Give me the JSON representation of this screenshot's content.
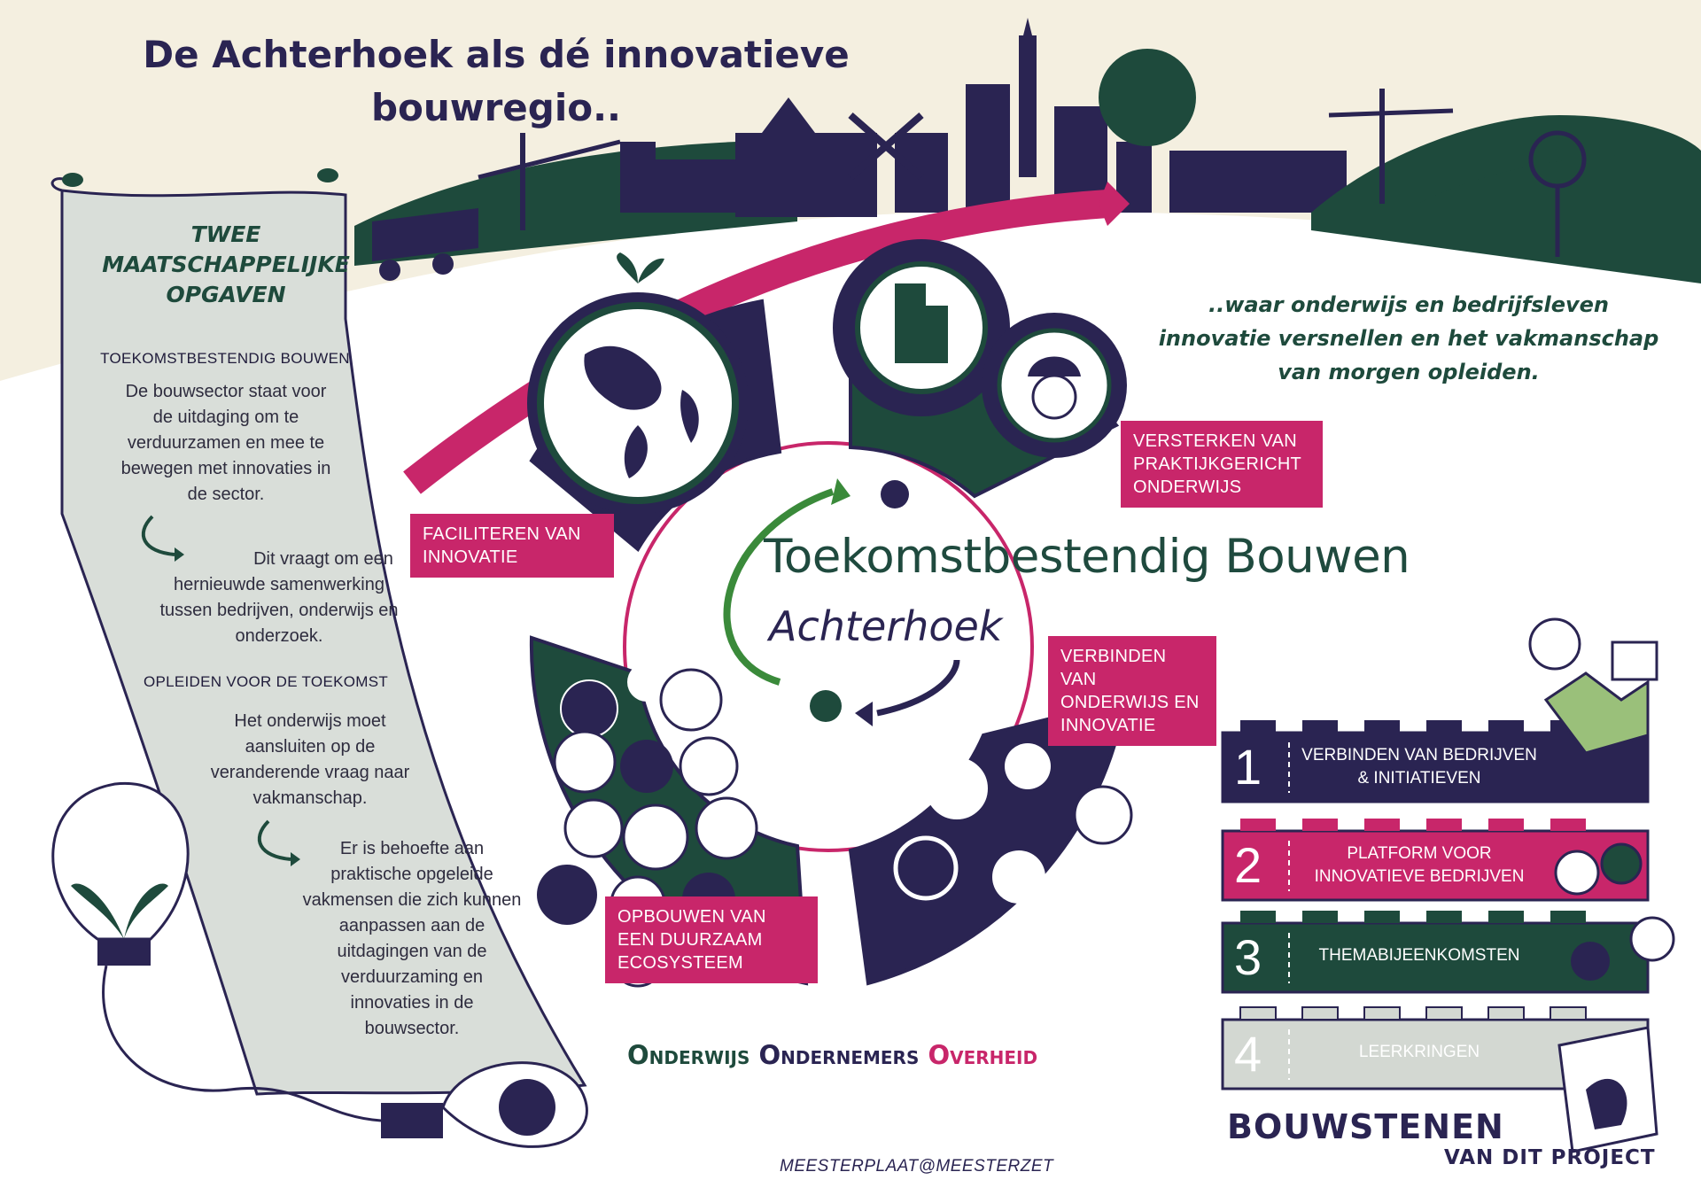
{
  "header": {
    "title_line1": "De Achterhoek als dé innovatieve",
    "title_line2": "bouwregio.."
  },
  "scroll": {
    "title_line1": "TWEE",
    "title_line2": "MAATSCHAPPELIJKE",
    "title_line3": "OPGAVEN",
    "section1_heading": "TOEKOMSTBESTENDIG BOUWEN",
    "section1_p1": [
      "De bouwsector staat voor",
      "de uitdaging om te",
      "verduurzamen en mee te",
      "bewegen met innovaties in",
      "de sector."
    ],
    "section1_p2": [
      "Dit vraagt om een",
      "hernieuwde samenwerking",
      "tussen bedrijven, onderwijs en",
      "onderzoek."
    ],
    "section2_heading": "OPLEIDEN VOOR DE TOEKOMST",
    "section2_p1": [
      "Het onderwijs moet",
      "aansluiten op de",
      "veranderende vraag naar",
      "vakmanschap."
    ],
    "section2_p2": [
      "Er is behoefte aan",
      "praktische opgeleide",
      "vakmensen die zich kunnen",
      "aanpassen aan de",
      "uitdagingen van de",
      "verduurzaming en",
      "innovaties in de",
      "bouwsector."
    ]
  },
  "slogan": {
    "line1": "..waar onderwijs en bedrijfsleven",
    "line2": "innovatie versnellen en het vakmanschap",
    "line3": "van morgen opleiden."
  },
  "cycle": {
    "logo_line1": "Toekomstbestendig Bouwen",
    "logo_line2": "Achterhoek",
    "tags": {
      "facilitate": [
        "FACILITEREN VAN",
        "INNOVATIE"
      ],
      "strengthen": [
        "VERSTERKEN VAN",
        "PRAKTIJKGERICHT",
        "ONDERWIJS"
      ],
      "connect": [
        "VERBINDEN VAN",
        "ONDERWIJS EN",
        "INNOVATIE"
      ],
      "ecosystem": [
        "OPBOUWEN VAN",
        "EEN DUURZAAM",
        "ECOSYSTEEM"
      ]
    }
  },
  "tagline": {
    "w1_first": "O",
    "w1_rest": "nderwijs",
    "w2_first": "O",
    "w2_rest": "ndernemers",
    "w3_first": "O",
    "w3_rest": "verheid",
    "colors": {
      "onderwijs": "#1e4a3c",
      "ondernemers": "#2a2452",
      "overheid": "#c8266a"
    }
  },
  "building_blocks": {
    "title": "BOUWSTENEN",
    "subtitle": "VAN DIT PROJECT",
    "items": [
      {
        "number": "1",
        "label_line1": "VERBINDEN VAN BEDRIJVEN",
        "label_line2": "& INITIATIEVEN",
        "color": "#2a2452"
      },
      {
        "number": "2",
        "label_line1": "PLATFORM VOOR",
        "label_line2": "INNOVATIEVE BEDRIJVEN",
        "color": "#c8266a"
      },
      {
        "number": "3",
        "label_line1": "THEMABIJEENKOMSTEN",
        "label_line2": "",
        "color": "#1e4a3c"
      },
      {
        "number": "4",
        "label_line1": "LEERKRINGEN",
        "label_line2": "",
        "color": "#d3d8d2"
      }
    ]
  },
  "footer": {
    "email": "MEESTERPLAAT@MEESTERZET"
  },
  "colors": {
    "navy": "#2a2452",
    "green": "#1e4a3c",
    "magenta": "#c8266a",
    "cream": "#f4efe0",
    "scroll": "#d9ded9"
  }
}
